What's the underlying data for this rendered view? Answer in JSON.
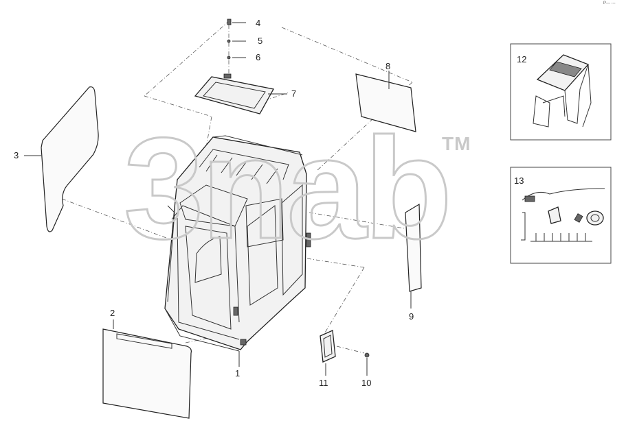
{
  "corner_mark": "P— ---",
  "watermark": {
    "text": "3nab",
    "tm": "TM"
  },
  "callouts": [
    {
      "id": "c1",
      "label": "1"
    },
    {
      "id": "c2",
      "label": "2"
    },
    {
      "id": "c3",
      "label": "3"
    },
    {
      "id": "c4",
      "label": "4"
    },
    {
      "id": "c5",
      "label": "5"
    },
    {
      "id": "c6",
      "label": "6"
    },
    {
      "id": "c7",
      "label": "7"
    },
    {
      "id": "c8",
      "label": "8"
    },
    {
      "id": "c9",
      "label": "9"
    },
    {
      "id": "c10",
      "label": "10"
    },
    {
      "id": "c11",
      "label": "11"
    },
    {
      "id": "c12",
      "label": "12"
    },
    {
      "id": "c13",
      "label": "13"
    }
  ]
}
